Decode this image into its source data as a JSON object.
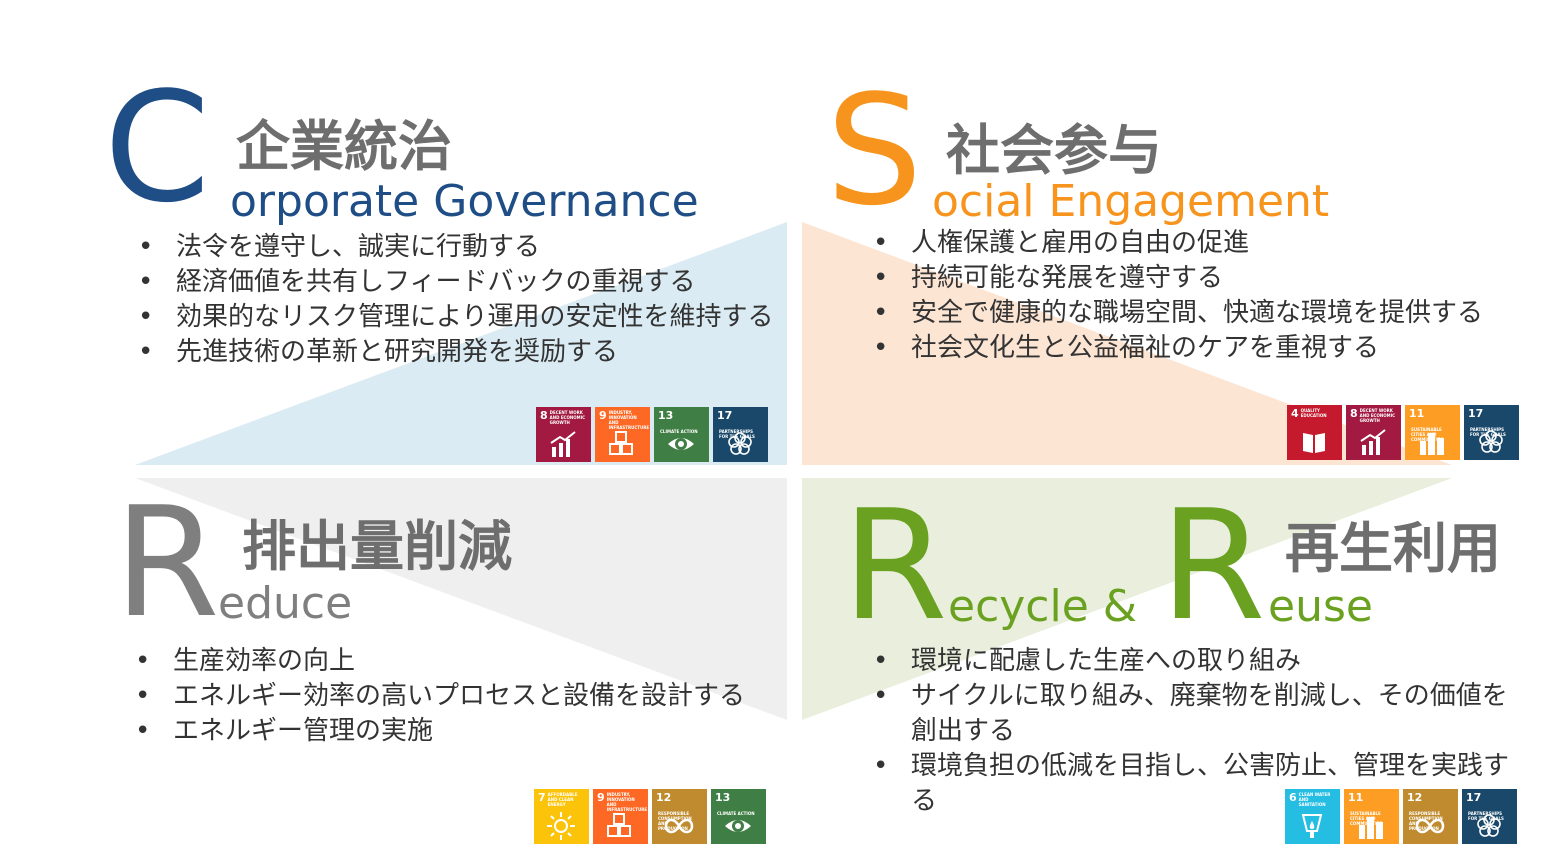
{
  "quadrants": {
    "c": {
      "letter": "C",
      "title_jp": "企業統治",
      "subtitle_en": "orporate Governance",
      "bullets": [
        "法令を遵守し、誠実に行動する",
        "経済価値を共有しフィードバックの重視する",
        "効果的なリスク管理により運用の安定性を維持する",
        "先進技術の革新と研究開発を奨励する"
      ],
      "sdgs": [
        {
          "num": "8",
          "label": "DECENT WORK AND ECONOMIC GROWTH",
          "color": "#a21942",
          "icon": "growth-chart-icon"
        },
        {
          "num": "9",
          "label": "INDUSTRY, INNOVATION AND INFRASTRUCTURE",
          "color": "#fd6925",
          "icon": "cubes-icon"
        },
        {
          "num": "13",
          "label": "CLIMATE ACTION",
          "color": "#3f7e44",
          "icon": "eye-globe-icon"
        },
        {
          "num": "17",
          "label": "PARTNERSHIPS FOR THE GOALS",
          "color": "#19486a",
          "icon": "partnership-ring-icon"
        }
      ]
    },
    "s": {
      "letter": "S",
      "title_jp": "社会参与",
      "subtitle_en": "ocial Engagement",
      "bullets": [
        "人権保護と雇用の自由の促進",
        "持続可能な発展を遵守する",
        "安全で健康的な職場空間、快適な環境を提供する",
        "社会文化生と公益福祉のケアを重視する"
      ],
      "sdgs": [
        {
          "num": "4",
          "label": "QUALITY EDUCATION",
          "color": "#c5192d",
          "icon": "book-icon"
        },
        {
          "num": "8",
          "label": "DECENT WORK AND ECONOMIC GROWTH",
          "color": "#a21942",
          "icon": "growth-chart-icon"
        },
        {
          "num": "11",
          "label": "SUSTAINABLE CITIES AND COMMUNITIES",
          "color": "#fd9d24",
          "icon": "city-icon"
        },
        {
          "num": "17",
          "label": "PARTNERSHIPS FOR THE GOALS",
          "color": "#19486a",
          "icon": "partnership-ring-icon"
        }
      ]
    },
    "r1": {
      "letter": "R",
      "title_jp": "排出量削減",
      "subtitle_en": "educe",
      "bullets": [
        "生産効率の向上",
        "エネルギー効率の高いプロセスと設備を設計する",
        "エネルギー管理の実施"
      ],
      "sdgs": [
        {
          "num": "7",
          "label": "AFFORDABLE AND CLEAN ENERGY",
          "color": "#fcc30b",
          "icon": "sun-icon"
        },
        {
          "num": "9",
          "label": "INDUSTRY, INNOVATION AND INFRASTRUCTURE",
          "color": "#fd6925",
          "icon": "cubes-icon"
        },
        {
          "num": "12",
          "label": "RESPONSIBLE CONSUMPTION AND PRODUCTION",
          "color": "#bf8b2e",
          "icon": "infinity-icon"
        },
        {
          "num": "13",
          "label": "CLIMATE ACTION",
          "color": "#3f7e44",
          "icon": "eye-globe-icon"
        }
      ]
    },
    "r2": {
      "letter1": "R",
      "word1": "ecycle &",
      "letter2": "R",
      "word2": "euse",
      "title_jp": "再生利用",
      "bullets": [
        "環境に配慮した生産への取り組み",
        "サイクルに取り組み、廃棄物を削減し、その価値を創出する",
        "環境負担の低減を目指し、公害防止、管理を実践する"
      ],
      "sdgs": [
        {
          "num": "6",
          "label": "CLEAN WATER AND SANITATION",
          "color": "#26bde2",
          "icon": "water-drop-icon"
        },
        {
          "num": "11",
          "label": "SUSTAINABLE CITIES AND COMMUNITIES",
          "color": "#fd9d24",
          "icon": "city-icon"
        },
        {
          "num": "12",
          "label": "RESPONSIBLE CONSUMPTION AND PRODUCTION",
          "color": "#bf8b2e",
          "icon": "infinity-icon"
        },
        {
          "num": "17",
          "label": "PARTNERSHIPS FOR THE GOALS",
          "color": "#19486a",
          "icon": "partnership-ring-icon"
        }
      ]
    }
  },
  "colors": {
    "c_blue": "#1f4e87",
    "s_orange": "#f7941d",
    "r_gray": "#7f7f7f",
    "rr_green": "#6aa121"
  }
}
